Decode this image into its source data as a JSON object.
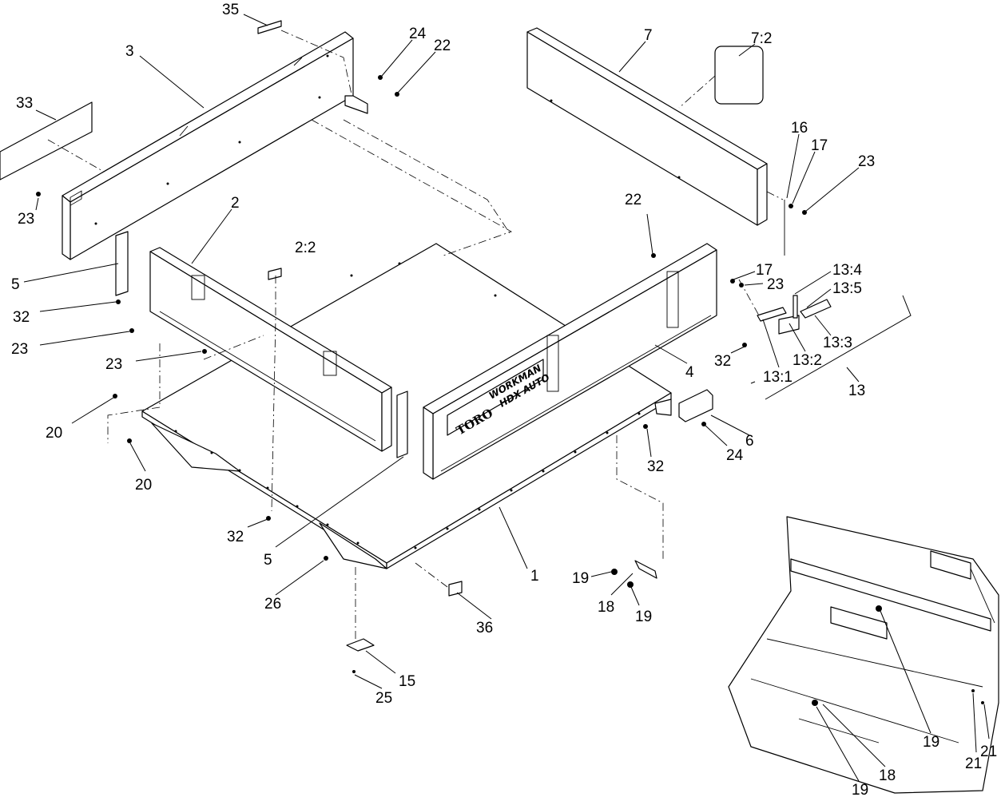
{
  "diagram": {
    "callouts": {
      "c35": "35",
      "c24a": "24",
      "c22a": "22",
      "c3": "3",
      "c7": "7",
      "c7_2": "7:2",
      "c33": "33",
      "c16": "16",
      "c17a": "17",
      "c23a": "23",
      "c23b": "23",
      "c2": "2",
      "c22b": "22",
      "c2_2": "2:2",
      "c5a": "5",
      "c17b": "17",
      "c13_4": "13:4",
      "c23c": "23",
      "c13_5": "13:5",
      "c32a": "32",
      "c23d": "23",
      "c13_3": "13:3",
      "c23e": "23",
      "c4": "4",
      "c32b": "32",
      "c13_2": "13:2",
      "c13_1": "13:1",
      "c13": "13",
      "c20a": "20",
      "c6": "6",
      "c24b": "24",
      "c20b": "20",
      "c32c": "32",
      "c32d": "32",
      "c5b": "5",
      "c1": "1",
      "c19a": "19",
      "c26": "26",
      "c18a": "18",
      "c19b": "19",
      "c36": "36",
      "c15": "15",
      "c25": "25",
      "c19c": "19",
      "c21a": "21",
      "c21b": "21",
      "c19d": "19",
      "c18b": "18"
    },
    "logo": {
      "brand": "TORO",
      "model_line1": "WORKMAN",
      "model_line2": "HDX AUTO"
    }
  }
}
